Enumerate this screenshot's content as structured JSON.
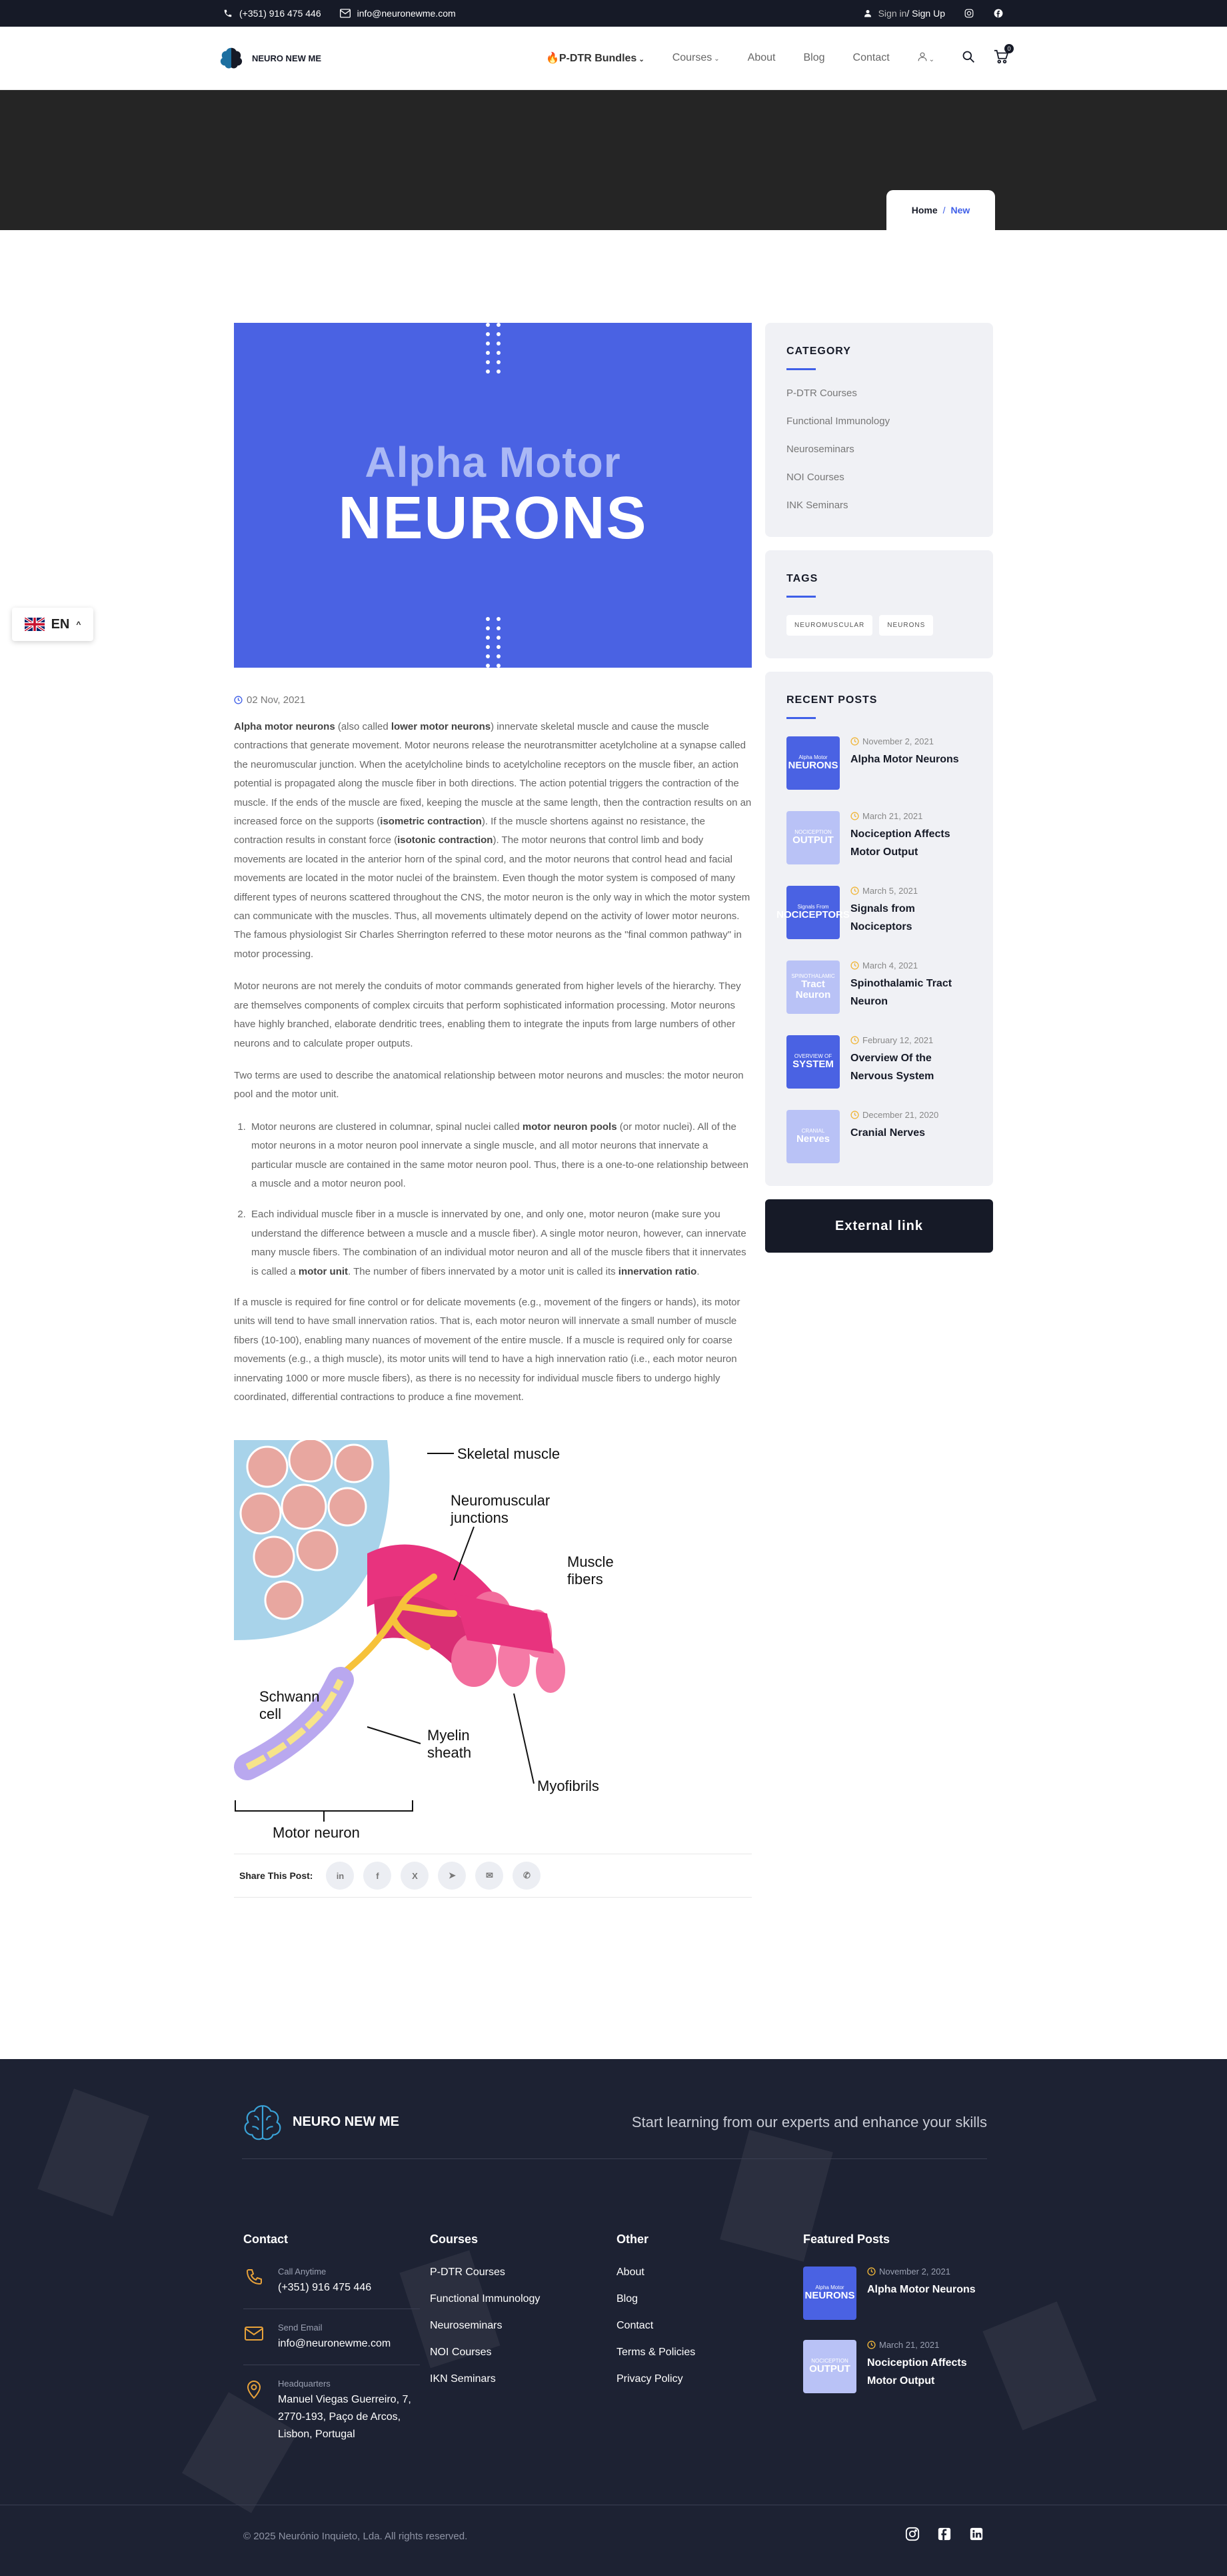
{
  "topbar": {
    "phone": "(+351) 916 475 446",
    "email": "info@neuronewme.com",
    "signin": "Sign in",
    "signup": "/ Sign Up"
  },
  "header": {
    "brand": "NEURO NEW ME",
    "nav": {
      "bundles": "P-DTR Bundles",
      "courses": "Courses",
      "about": "About",
      "blog": "Blog",
      "contact": "Contact"
    },
    "cart_count": "0"
  },
  "breadcrumb": {
    "home": "Home",
    "sep": "/",
    "current": "New"
  },
  "feature": {
    "line1": "Alpha Motor",
    "line2": "NEURONS"
  },
  "post": {
    "date": "02 Nov, 2021",
    "p1_b1": "Alpha motor neurons",
    "p1_t1": " (also called ",
    "p1_b2": "lower motor neurons",
    "p1_t2": ") innervate skeletal muscle and cause the muscle contractions that generate movement. Motor neurons release the neurotransmitter acetylcholine at a synapse called the neuromuscular junction. When the acetylcholine binds to acetylcholine receptors on the muscle fiber, an action potential is propagated along the muscle fiber in both directions. The action potential triggers the contraction of the muscle. If the ends of the muscle are fixed, keeping the muscle at the same length, then the contraction results on an increased force on the supports (",
    "p1_b3": "isometric contraction",
    "p1_t3": "). If the muscle shortens against no resistance, the contraction results in constant force (",
    "p1_b4": "isotonic contraction",
    "p1_t4": "). The motor neurons that control limb and body movements are located in the anterior horn of the spinal cord, and the motor neurons that control head and facial movements are located in the motor nuclei of the brainstem. Even though the motor system is composed of many different types of neurons scattered throughout the CNS, the motor neuron is the only way in which the motor system can communicate with the muscles. Thus, all movements ultimately depend on the activity of lower motor neurons. The famous physiologist Sir Charles Sherrington referred to these motor neurons as the \"final common pathway\" in motor processing.",
    "p2": "Motor neurons are not merely the conduits of motor commands generated from higher levels of the hierarchy. They are themselves components of complex circuits that perform sophisticated information processing. Motor neurons have highly branched, elaborate dendritic trees, enabling them to integrate the inputs from large numbers of other neurons and to calculate proper outputs.",
    "p3": "Two terms are used to describe the anatomical relationship between motor neurons and muscles: the motor neuron pool and the motor unit.",
    "li1_t1": "Motor neurons are clustered in columnar, spinal nuclei called ",
    "li1_b1": "motor neuron pools",
    "li1_t2": " (or motor nuclei). All of the motor neurons in a motor neuron pool innervate a single muscle, and all motor neurons that innervate a particular muscle are contained in the same motor neuron pool. Thus, there is a one-to-one relationship between a muscle and a motor neuron pool.",
    "li2_t1": "Each individual muscle fiber in a muscle is innervated by one, and only one, motor neuron (make sure you understand the difference between a muscle and a muscle fiber). A single motor neuron, however, can innervate many muscle fibers. The combination of an individual motor neuron and all of the muscle fibers that it innervates is called a ",
    "li2_b1": "motor unit",
    "li2_t2": ". The number of fibers innervated by a motor unit is called its ",
    "li2_b2": "innervation ratio",
    "li2_t3": ".",
    "p4": "If a muscle is required for fine control or for delicate movements (e.g., movement of the fingers or hands), its motor units will tend to have small innervation ratios. That is, each motor neuron will innervate a small number of muscle fibers (10-100), enabling many nuances of movement of the entire muscle. If a muscle is required only for coarse movements (e.g., a thigh muscle), its motor units will tend to have a high innervation ratio (i.e., each motor neuron innervating 1000 or more muscle fibers), as there is no necessity for individual muscle fibers to undergo highly coordinated, differential contractions to produce a fine movement."
  },
  "diagram_labels": {
    "skeletal": "Skeletal muscle",
    "nmj1": "Neuromuscular",
    "nmj2": "junctions",
    "fibers1": "Muscle",
    "fibers2": "fibers",
    "schwann1": "Schwann",
    "schwann2": "cell",
    "myelin1": "Myelin",
    "myelin2": "sheath",
    "myofibrils": "Myofibrils",
    "motor_neuron": "Motor neuron"
  },
  "share": {
    "label": "Share This Post:",
    "buttons": [
      "in",
      "f",
      "X",
      "➤",
      "✉",
      "✆"
    ]
  },
  "sidebar": {
    "category_title": "CATEGORY",
    "categories": [
      "P-DTR Courses",
      "Functional Immunology",
      "Neuroseminars",
      "NOI Courses",
      "INK Seminars"
    ],
    "tags_title": "TAGS",
    "tags": [
      "NEUROMUSCULAR",
      "NEURONS"
    ],
    "recent_title": "RECENT POSTS",
    "posts": [
      {
        "date": "November 2, 2021",
        "title": "Alpha Motor Neurons",
        "thumb_small": "Alpha Motor",
        "thumb_big": "NEURONS",
        "color": "#4a62e3"
      },
      {
        "date": "March 21, 2021",
        "title": "Nociception Affects Motor Output",
        "thumb_small": "NOCICEPTION",
        "thumb_big": "OUTPUT",
        "color": "#b9c2f6"
      },
      {
        "date": "March 5, 2021",
        "title": "Signals from Nociceptors",
        "thumb_small": "Signals From",
        "thumb_big": "NOCICEPTORS",
        "color": "#4a62e3"
      },
      {
        "date": "March 4, 2021",
        "title": "Spinothalamic Tract Neuron",
        "thumb_small": "SPINOTHALAMIC",
        "thumb_big": "Tract Neuron",
        "color": "#b9c2f6"
      },
      {
        "date": "February 12, 2021",
        "title": "Overview Of the Nervous System",
        "thumb_small": "OVERVIEW OF",
        "thumb_big": "SYSTEM",
        "color": "#4a62e3"
      },
      {
        "date": "December 21, 2020",
        "title": "Cranial Nerves",
        "thumb_small": "CRANIAL",
        "thumb_big": "Nerves",
        "color": "#b9c2f6"
      }
    ],
    "external_link": "External link"
  },
  "lang": {
    "code": "EN"
  },
  "footer": {
    "brand": "NEURO NEW ME",
    "tagline": "Start learning from our experts and enhance your skills",
    "contact_title": "Contact",
    "call_label": "Call Anytime",
    "call_value": "(+351) 916 475 446",
    "email_label": "Send Email",
    "email_value": "info@neuronewme.com",
    "hq_label": "Headquarters",
    "hq_value": "Manuel Viegas Guerreiro, 7, 2770-193, Paço de Arcos, Lisbon, Portugal",
    "courses_title": "Courses",
    "courses": [
      "P-DTR Courses",
      "Functional Immunology",
      "Neuroseminars",
      "NOI Courses",
      "IKN Seminars"
    ],
    "other_title": "Other",
    "other": [
      "About",
      "Blog",
      "Contact",
      "Terms & Policies",
      "Privacy Policy"
    ],
    "featured_title": "Featured Posts",
    "featured": [
      {
        "date": "November 2, 2021",
        "title": "Alpha Motor Neurons",
        "thumb_small": "Alpha Motor",
        "thumb_big": "NEURONS",
        "color": "#4a62e3"
      },
      {
        "date": "March 21, 2021",
        "title": "Nociception Affects Motor Output",
        "thumb_small": "NOCICEPTION",
        "thumb_big": "OUTPUT",
        "color": "#b9c2f6"
      }
    ],
    "copyright": "© 2025  Neurónio Inquieto, Lda. All rights reserved."
  },
  "colors": {
    "accent": "#3f5fe8",
    "dark": "#161a27",
    "feature": "#4a62e3",
    "footer": "#1d2233"
  }
}
